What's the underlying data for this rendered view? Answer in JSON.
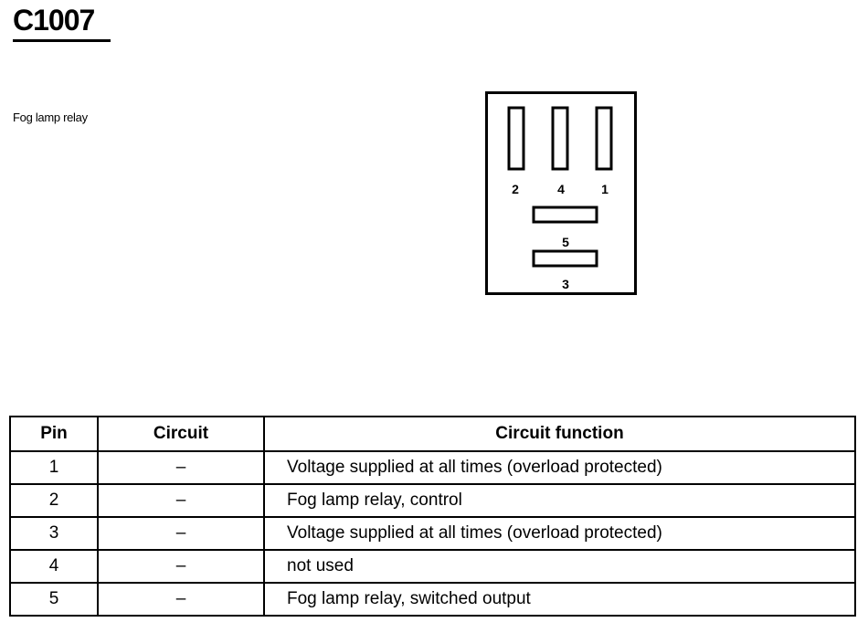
{
  "header": {
    "title": "C1007",
    "subtitle": "Fog lamp relay"
  },
  "connector": {
    "pin_labels": [
      "2",
      "4",
      "1",
      "5",
      "3"
    ]
  },
  "table": {
    "headers": {
      "pin": "Pin",
      "circuit": "Circuit",
      "function": "Circuit function"
    },
    "rows": [
      {
        "pin": "1",
        "circuit": "–",
        "function": "Voltage supplied at all times (overload protected)"
      },
      {
        "pin": "2",
        "circuit": "–",
        "function": "Fog lamp relay, control"
      },
      {
        "pin": "3",
        "circuit": "–",
        "function": "Voltage supplied at all times (overload protected)"
      },
      {
        "pin": "4",
        "circuit": "–",
        "function": "not used"
      },
      {
        "pin": "5",
        "circuit": "–",
        "function": "Fog lamp relay, switched output"
      }
    ]
  }
}
